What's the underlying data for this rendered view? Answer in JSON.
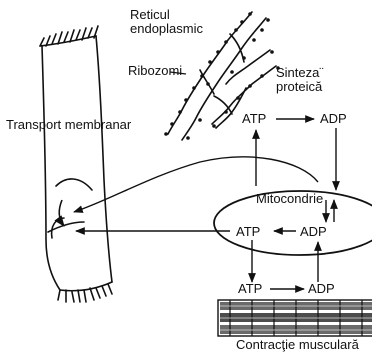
{
  "labels": {
    "reticul": "Reticul\nendoplasmic",
    "ribozomi": "Ribozomi",
    "sinteza": "Sinteza¨\nproteică",
    "transport": "Transport membranar",
    "mitocondrie": "Mitocondrie",
    "contractie": "Contracţie musculară",
    "atp_top": "ATP",
    "adp_top": "ADP",
    "atp_mid": "ATP",
    "adp_mid": "ADP",
    "atp_bot": "ATP",
    "adp_bot": "ADP"
  },
  "colors": {
    "ink": "#111111"
  }
}
